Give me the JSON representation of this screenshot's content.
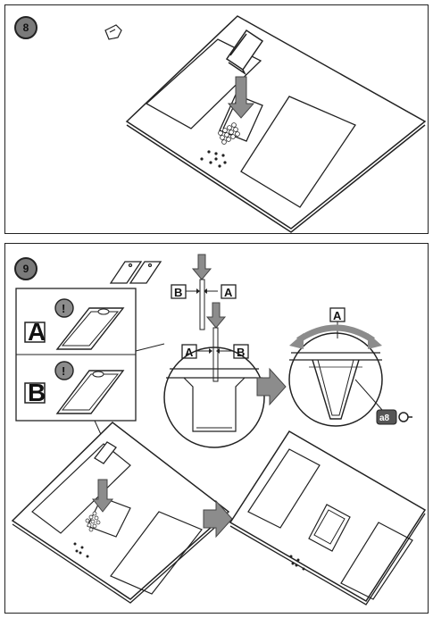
{
  "steps": {
    "step8": {
      "number": "8"
    },
    "step9": {
      "number": "9"
    }
  },
  "labels": {
    "a": "A",
    "b": "B",
    "caution": "!",
    "tool": "a8"
  },
  "colors": {
    "arrow_gray": "#8c8c8c",
    "step_circle": "#7a7a7a",
    "line": "#222222"
  },
  "icons": [
    "caution-icon",
    "wrench-icon",
    "down-arrow-icon",
    "right-arrow-icon",
    "mounting-clips-icon"
  ]
}
